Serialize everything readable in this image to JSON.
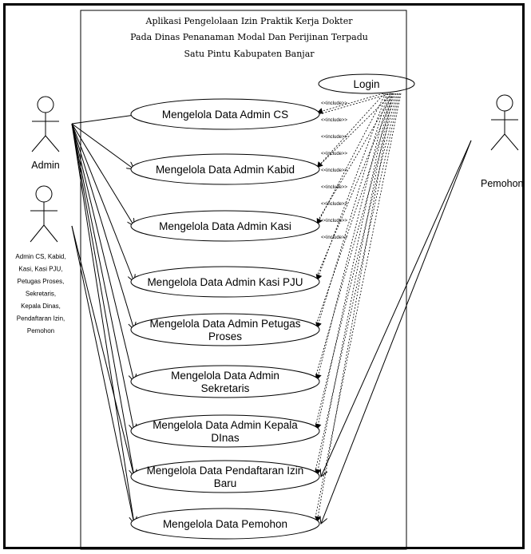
{
  "system": {
    "title_lines": [
      "Aplikasi Pengelolaan Izin Praktik Kerja Dokter",
      "Pada Dinas Penanaman Modal Dan Perijinan Terpadu",
      "Satu Pintu Kabupaten Banjar"
    ]
  },
  "actors": {
    "admin": "Admin",
    "pemohon": "Pemohon",
    "staff_lines": [
      "Admin CS, Kabid,",
      "Kasi, Kasi PJU,",
      "Petugas Proses,",
      "Sekretaris,",
      "Kepala Dinas,",
      "Pendaftaran Izin,",
      "Pemohon"
    ]
  },
  "login": "Login",
  "include_label": "<<include>>",
  "use_cases": [
    [
      "Mengelola Data Admin CS"
    ],
    [
      "Mengelola Data Admin Kabid"
    ],
    [
      "Mengelola Data Admin Kasi"
    ],
    [
      "Mengelola Data Admin Kasi PJU"
    ],
    [
      "Mengelola Data Admin Petugas",
      "Proses"
    ],
    [
      "Mengelola Data Admin",
      "Sekretaris"
    ],
    [
      "Mengelola Data Admin Kepala",
      "DInas"
    ],
    [
      "Mengelola Data Pendaftaran Izin",
      "Baru"
    ],
    [
      "Mengelola Data Pemohon"
    ]
  ],
  "colors": {
    "line": "#000000",
    "background": "#ffffff"
  }
}
